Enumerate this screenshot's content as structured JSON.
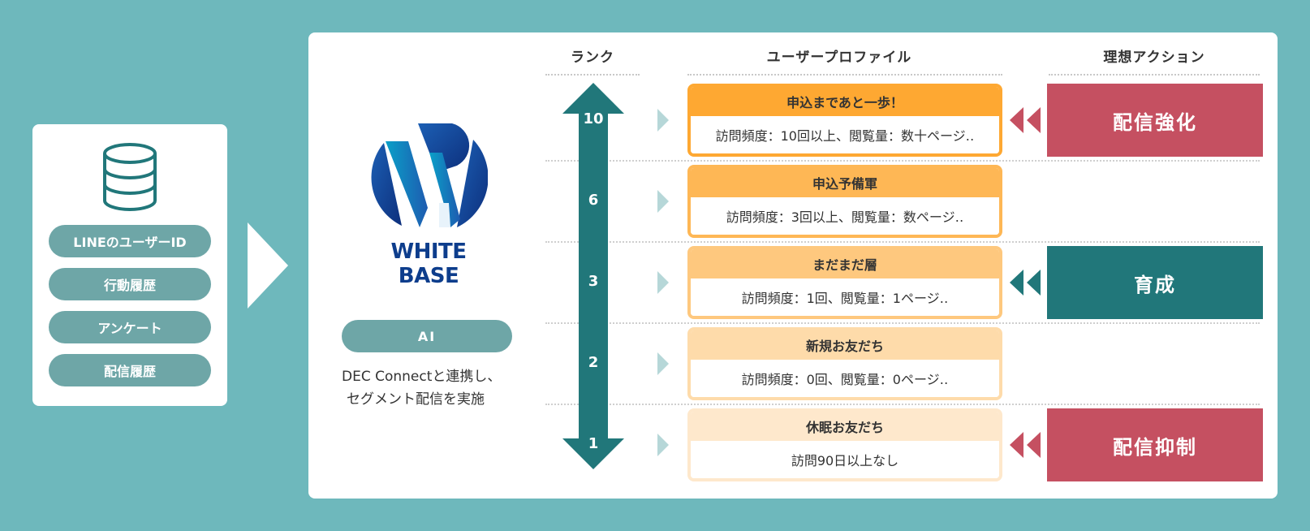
{
  "source_card": {
    "items": [
      "LINEのユーザーID",
      "行動履歴",
      "アンケート",
      "配信履歴"
    ]
  },
  "engine": {
    "logo_line1": "WHITE",
    "logo_line2": "BASE",
    "ai_label": "AI",
    "desc_line1": "DEC Connectと連携し、",
    "desc_line2": "セグメント配信を実施"
  },
  "headers": {
    "rank": "ランク",
    "profile": "ユーザープロファイル",
    "action": "理想アクション"
  },
  "rows": [
    {
      "rank": "10",
      "title": "申込まであと一歩！",
      "detail": "訪問頻度：10回以上、閲覧量：数十ページ‥"
    },
    {
      "rank": "6",
      "title": "申込予備軍",
      "detail": "訪問頻度：3回以上、閲覧量：数ページ‥"
    },
    {
      "rank": "3",
      "title": "まだまだ層",
      "detail": "訪問頻度：1回、閲覧量：1ページ‥"
    },
    {
      "rank": "2",
      "title": "新規お友だち",
      "detail": "訪問頻度：0回、閲覧量：0ページ‥"
    },
    {
      "rank": "1",
      "title": "休眠お友だち",
      "detail": "訪問90日以上なし"
    }
  ],
  "actions": [
    {
      "label": "配信強化"
    },
    {
      "label": "育成"
    },
    {
      "label": "配信抑制"
    }
  ],
  "colors": {
    "background": "#6eb8bc",
    "pill": "#6ea6a7",
    "rank_arrow": "#21777a",
    "action_red": "#c55061",
    "action_teal": "#21777a",
    "profile_1": "#fea832",
    "profile_2": "#feb755",
    "profile_3": "#fec87e",
    "profile_4": "#fedbaa",
    "profile_5": "#fee8cc",
    "logo_blue": "#0d3d8c"
  }
}
